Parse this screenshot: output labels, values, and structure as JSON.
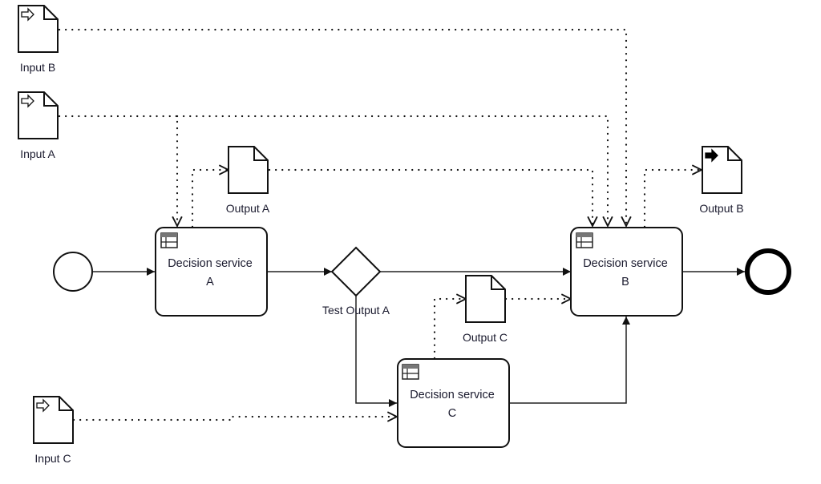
{
  "diagram": {
    "type": "bpmn-process",
    "start_event": {
      "name": "start"
    },
    "end_event": {
      "name": "end"
    },
    "tasks": [
      {
        "id": "dsA",
        "line1": "Decision service",
        "line2": "A",
        "icon": "table-icon"
      },
      {
        "id": "dsB",
        "line1": "Decision service",
        "line2": "B",
        "icon": "table-icon"
      },
      {
        "id": "dsC",
        "line1": "Decision service",
        "line2": "C",
        "icon": "table-icon"
      }
    ],
    "gateway": {
      "label": "Test Output A"
    },
    "data_objects": [
      {
        "id": "inB",
        "label": "Input B",
        "kind": "input"
      },
      {
        "id": "inA",
        "label": "Input A",
        "kind": "input"
      },
      {
        "id": "inC",
        "label": "Input C",
        "kind": "input"
      },
      {
        "id": "outA",
        "label": "Output A",
        "kind": "plain"
      },
      {
        "id": "outB",
        "label": "Output B",
        "kind": "output"
      },
      {
        "id": "outC",
        "label": "Output C",
        "kind": "plain"
      }
    ],
    "sequence_flows": [
      [
        "start",
        "dsA"
      ],
      [
        "dsA",
        "gateway"
      ],
      [
        "gateway",
        "dsB"
      ],
      [
        "gateway",
        "dsC"
      ],
      [
        "dsC",
        "dsB"
      ],
      [
        "dsB",
        "end"
      ]
    ],
    "data_associations": [
      [
        "inB",
        "dsB"
      ],
      [
        "inA",
        "dsA"
      ],
      [
        "inA",
        "dsB"
      ],
      [
        "dsA",
        "outA"
      ],
      [
        "outA",
        "dsB"
      ],
      [
        "dsB",
        "outB"
      ],
      [
        "inC",
        "dsC"
      ],
      [
        "dsC",
        "outC"
      ],
      [
        "outC",
        "dsB"
      ]
    ]
  }
}
